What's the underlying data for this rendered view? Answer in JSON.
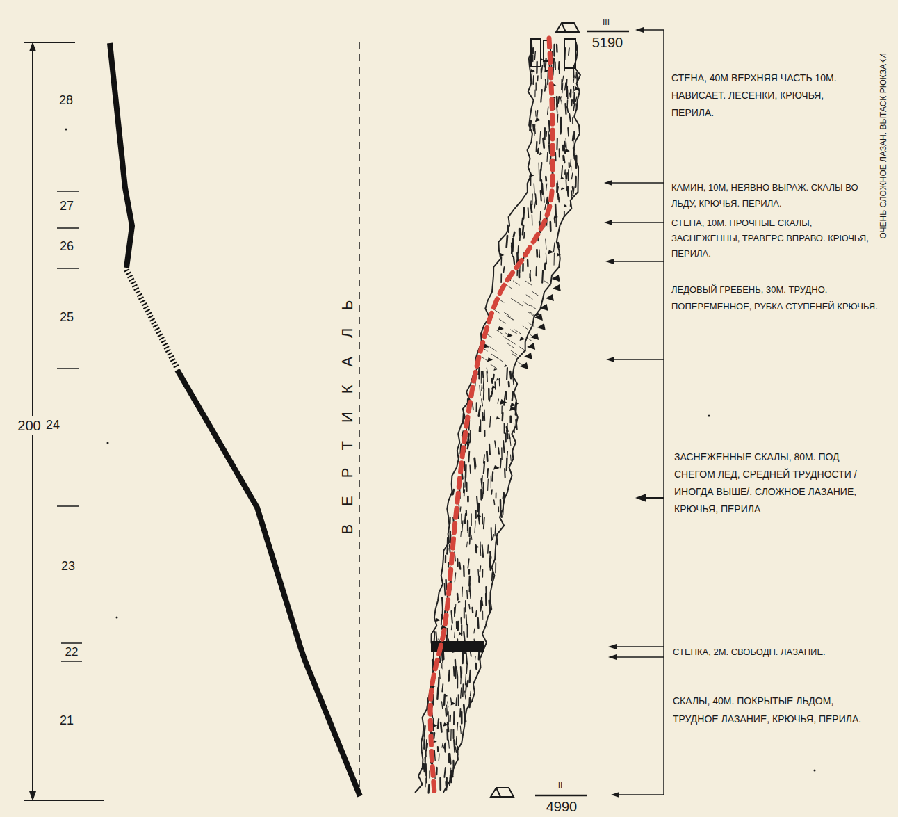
{
  "diagram": {
    "labels": [
      "28",
      "27",
      "26",
      "25",
      "200",
      "24",
      "23",
      "22",
      "21",
      "ВЕРТИКАЛЬ",
      "III",
      "5190",
      "СТЕНА, 40М ВЕРХНЯЯ ЧАСТЬ 10М. НАВИСАЕТ. ЛЕСЕНКИ, КРЮЧЬЯ, ПЕРИЛА.",
      "КАМИН, 10М, НЕЯВНО ВЫРАЖ. СКАЛЫ ВО ЛЬДУ, КРЮЧЬЯ. ПЕРИЛА.",
      "СТЕНА, 10М. ПРОЧНЫЕ СКАЛЫ, ЗАСНЕЖЕННЫ, ТРАВЕРС ВПРАВО. КРЮЧЬЯ, ПЕРИЛА.",
      "ЛЕДОВЫЙ ГРЕБЕНЬ, 30М. ТРУДНО. ПОПЕРЕМЕННОЕ, РУБКА СТУПЕНЕЙ КРЮЧЬЯ.",
      "ЗАСНЕЖЕННЫЕ СКАЛЫ, 80М. ПОД СНЕГОМ ЛЕД, СРЕДНЕЙ ТРУДНОСТИ /ИНОГДА ВЫШЕ/. СЛОЖНОЕ ЛАЗАНИЕ, КРЮЧЬЯ, ПЕРИЛА",
      "СТЕНКА, 2М. СВОБОДН. ЛАЗАНИЕ.",
      "СКАЛЫ, 40М. ПОКРЫТЫЕ ЛЬДОМ, ТРУДНОЕ ЛАЗАНИЕ, КРЮЧЬЯ, ПЕРИЛА.",
      "II",
      "4990",
      "ОЧЕНЬ СЛОЖНОЕ ЛАЗАН. ВЫТАСК РЮКЗАКИ"
    ]
  }
}
